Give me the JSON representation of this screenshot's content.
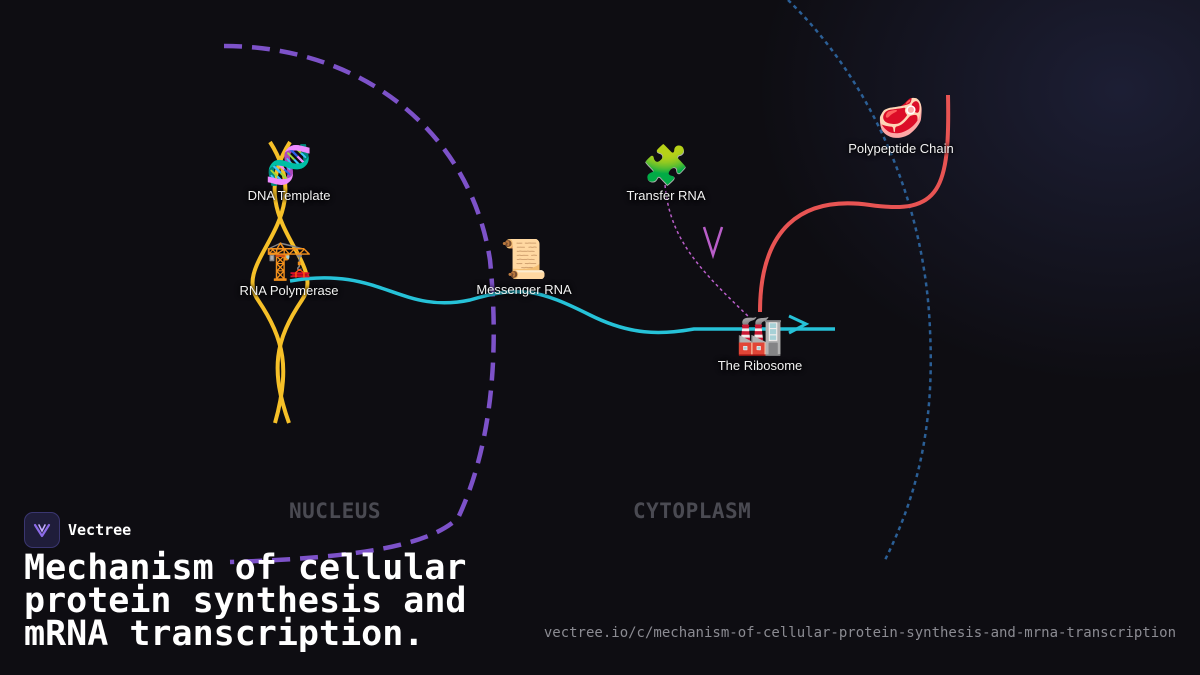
{
  "diagram": {
    "nodes": {
      "dna": {
        "emoji": "🧬",
        "label": "DNA Template"
      },
      "polymerase": {
        "emoji": "🏗️",
        "label": "RNA Polymerase"
      },
      "mrna": {
        "emoji": "📜",
        "label": "Messenger RNA"
      },
      "trna": {
        "emoji": "🧩",
        "label": "Transfer RNA"
      },
      "ribosome": {
        "emoji": "🏭",
        "label": "The Ribosome"
      },
      "polypeptide": {
        "emoji": "🥩",
        "label": "Polypeptide Chain"
      }
    },
    "regions": {
      "nucleus": "NUCLEUS",
      "cytoplasm": "CYTOPLASM"
    },
    "colors": {
      "dna_strand": "#f6c028",
      "mrna_path": "#26c2d8",
      "protein_path": "#e85453",
      "nucleus_boundary": "#7d52c9",
      "cell_membrane": "#2b5f96",
      "trna_path": "#b95ec9"
    }
  },
  "brand": {
    "name": "Vectree",
    "logo_icon": "vectree-logo-icon"
  },
  "title": "Mechanism of cellular protein synthesis and mRNA transcription.",
  "url": "vectree.io/c/mechanism-of-cellular-protein-synthesis-and-mrna-transcription"
}
